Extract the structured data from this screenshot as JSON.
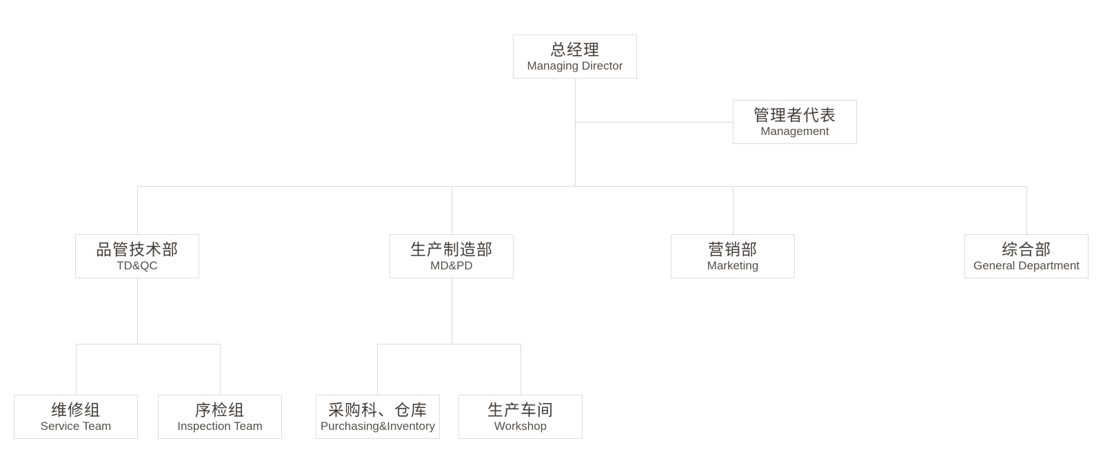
{
  "diagram": {
    "type": "org-chart",
    "colors": {
      "background": "#ffffff",
      "node_border": "#dcdce0",
      "connector_line": "#d9d9dc",
      "title_text": "#433d37",
      "subtitle_text": "#554f49"
    },
    "nodes": {
      "managing_director": {
        "title": "总经理",
        "subtitle": "Managing Director"
      },
      "management": {
        "title": "管理者代表",
        "subtitle": "Management"
      },
      "td_qc": {
        "title": "品管技术部",
        "subtitle": "TD&QC"
      },
      "md_pd": {
        "title": "生产制造部",
        "subtitle": "MD&PD"
      },
      "marketing": {
        "title": "营销部",
        "subtitle": "Marketing"
      },
      "general_department": {
        "title": "综合部",
        "subtitle": "General Department"
      },
      "service_team": {
        "title": "维修组",
        "subtitle": "Service Team"
      },
      "inspection_team": {
        "title": "序检组",
        "subtitle": "Inspection Team"
      },
      "purchasing_inventory": {
        "title": "采购科、仓库",
        "subtitle": "Purchasing&Inventory"
      },
      "workshop": {
        "title": "生产车间",
        "subtitle": "Workshop"
      }
    },
    "edges": [
      {
        "from": "managing_director",
        "to": "management"
      },
      {
        "from": "managing_director",
        "to": "td_qc"
      },
      {
        "from": "managing_director",
        "to": "md_pd"
      },
      {
        "from": "managing_director",
        "to": "marketing"
      },
      {
        "from": "managing_director",
        "to": "general_department"
      },
      {
        "from": "td_qc",
        "to": "service_team"
      },
      {
        "from": "td_qc",
        "to": "inspection_team"
      },
      {
        "from": "md_pd",
        "to": "purchasing_inventory"
      },
      {
        "from": "md_pd",
        "to": "workshop"
      }
    ]
  }
}
